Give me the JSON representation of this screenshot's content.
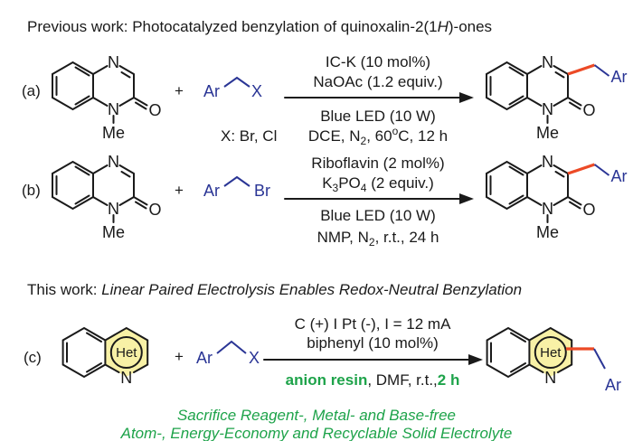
{
  "previous_heading": {
    "prefix": "Previous work: Photocatalyzed benzylation of quinoxalin-2(1",
    "italic": "H",
    "suffix": ")-ones"
  },
  "atoms": {
    "N": "N",
    "O": "O",
    "Me": "Me",
    "Ar": "Ar",
    "X": "X",
    "Br": "Br",
    "Het": "Het"
  },
  "plus": "+",
  "reaction_a": {
    "label": "(a)",
    "x_note": "X: Br, Cl",
    "above": [
      "IC-K (10 mol%)",
      "NaOAc (1.2 equiv.)"
    ],
    "below1": "Blue LED (10 W)",
    "below2": {
      "p1": "DCE, N",
      "sub": "2",
      "p2": ", 60",
      "sup": "o",
      "p3": "C, 12 h"
    }
  },
  "reaction_b": {
    "label": "(b)",
    "above1": "Riboflavin (2 mol%)",
    "above2": {
      "p1": "K",
      "sub": "3",
      "p2": "PO",
      "sub2": "4",
      "p3": " (2 equiv.)"
    },
    "below1": "Blue LED (10 W)",
    "below2": {
      "p1": "NMP, N",
      "sub": "2",
      "p2": ", r.t., 24 h"
    }
  },
  "this_work_heading": {
    "prefix": "This work: ",
    "italic": "Linear Paired Electrolysis Enables Redox-Neutral Benzylation"
  },
  "reaction_c": {
    "label": "(c)",
    "above": [
      "C (+) I Pt (-), I = 12 mA",
      "biphenyl (10 mol%)"
    ],
    "below": {
      "resin": "anion resin",
      "mid": ", DMF, r.t.,",
      "time": "2 h"
    }
  },
  "highlights": [
    "Sacrifice Reagent-, Metal- and Base-free",
    "Atom-, Energy-Economy and Recyclable Solid Electrolyte"
  ],
  "colors": {
    "bond": "#1a1a1a",
    "reagent": "#2a3595",
    "new_bond": "#ec4a26",
    "green": "#1ea34a",
    "het_fill": "#f8f1a6"
  }
}
